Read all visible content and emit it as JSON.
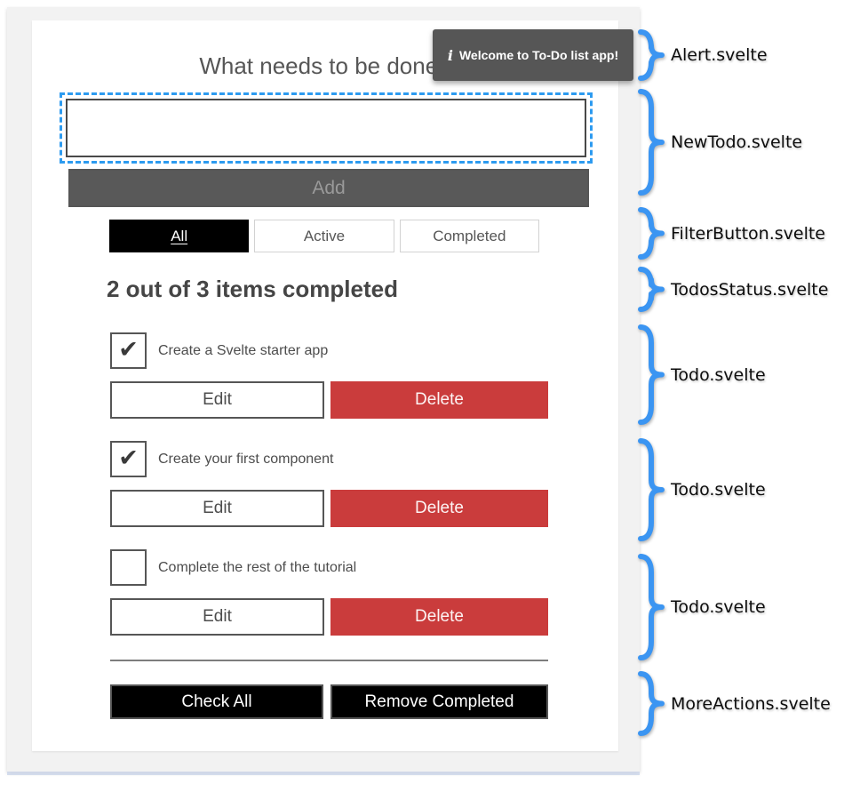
{
  "app": {
    "heading": "What needs to be done?",
    "alert": {
      "icon_glyph": "i",
      "message": "Welcome to To-Do list app!"
    },
    "new_todo": {
      "input_value": "",
      "add_label": "Add"
    },
    "filters": [
      {
        "label": "All",
        "selected": true
      },
      {
        "label": "Active",
        "selected": false
      },
      {
        "label": "Completed",
        "selected": false
      }
    ],
    "status": "2 out of 3 items completed",
    "todos": [
      {
        "label": "Create a Svelte starter app",
        "checked": true,
        "edit_label": "Edit",
        "delete_label": "Delete"
      },
      {
        "label": "Create your first component",
        "checked": true,
        "edit_label": "Edit",
        "delete_label": "Delete"
      },
      {
        "label": "Complete the rest of the tutorial",
        "checked": false,
        "edit_label": "Edit",
        "delete_label": "Delete"
      }
    ],
    "more_actions": {
      "check_all_label": "Check All",
      "remove_completed_label": "Remove Completed"
    }
  },
  "icons": {
    "check": "✔"
  },
  "annotations": {
    "brace_color": "#3b95f2",
    "items": [
      {
        "label": "Alert.svelte"
      },
      {
        "label": "NewTodo.svelte"
      },
      {
        "label": "FilterButton.svelte"
      },
      {
        "label": "TodosStatus.svelte"
      },
      {
        "label": "Todo.svelte"
      },
      {
        "label": "Todo.svelte"
      },
      {
        "label": "Todo.svelte"
      },
      {
        "label": "MoreActions.svelte"
      }
    ]
  },
  "colors": {
    "delete_red": "#ca3c3c",
    "alert_bg": "#565656",
    "selected_filter_bg": "#000000",
    "panel_bg": "#f2f2f2",
    "focus_outline_blue": "#2d9bf0"
  }
}
